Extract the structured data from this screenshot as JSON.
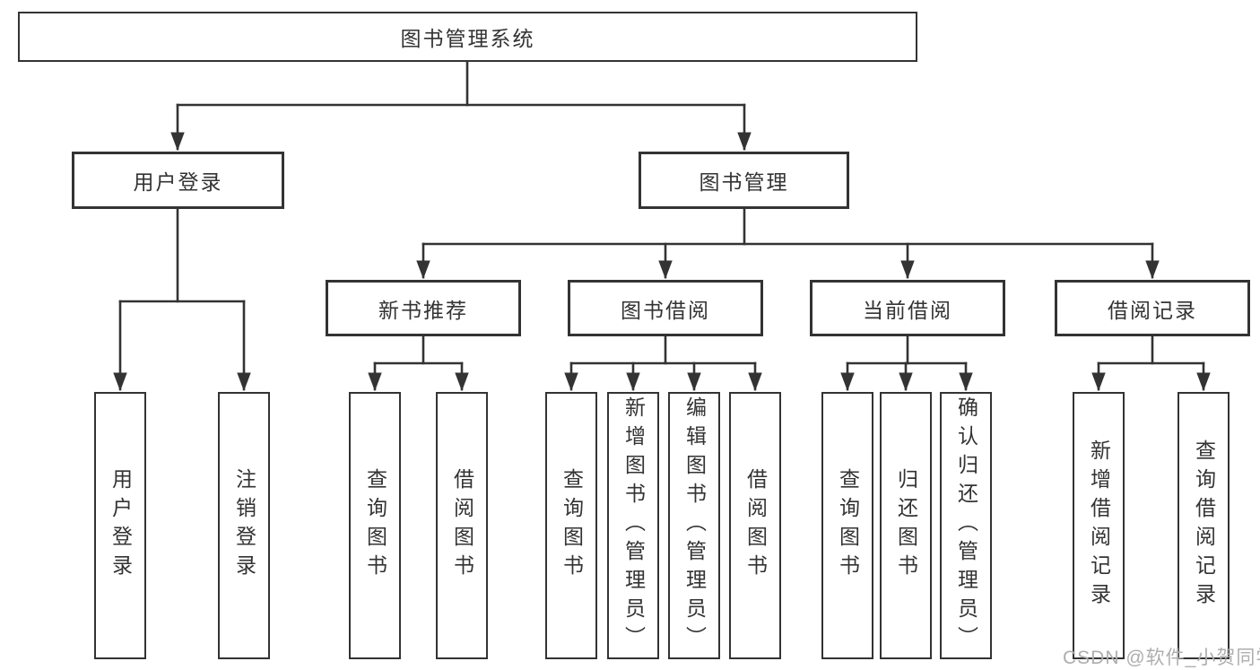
{
  "title": "图书管理系统",
  "watermark": "CSDN @软件_小贺同学",
  "colors": {
    "line": "#333333",
    "box_border": "#333333",
    "text": "#333333",
    "watermark": "#aeaeae",
    "background": "#ffffff"
  },
  "nodes": {
    "root": "图书管理系统",
    "user_login": "用户登录",
    "book_mgmt": "图书管理",
    "new_book_rec": "新书推荐",
    "book_borrow": "图书借阅",
    "current_borrow": "当前借阅",
    "borrow_records": "借阅记录",
    "leaf_user_login": "用户登录",
    "leaf_logout": "注销登录",
    "leaf_nb_query": "查询图书",
    "leaf_nb_borrow": "借阅图书",
    "leaf_bb_query": "查询图书",
    "leaf_bb_add": "新增图书（管理员）",
    "leaf_bb_edit": "编辑图书（管理员）",
    "leaf_bb_borrow": "借阅图书",
    "leaf_cb_query": "查询图书",
    "leaf_cb_return": "归还图书",
    "leaf_cb_confirm": "确认归还（管理员）",
    "leaf_br_add": "新增借阅记录",
    "leaf_br_query": "查询借阅记录"
  },
  "hierarchy": {
    "图书管理系统": {
      "用户登录": [
        "用户登录",
        "注销登录"
      ],
      "图书管理": {
        "新书推荐": [
          "查询图书",
          "借阅图书"
        ],
        "图书借阅": [
          "查询图书",
          "新增图书（管理员）",
          "编辑图书（管理员）",
          "借阅图书"
        ],
        "当前借阅": [
          "查询图书",
          "归还图书",
          "确认归还（管理员）"
        ],
        "借阅记录": [
          "新增借阅记录",
          "查询借阅记录"
        ]
      }
    }
  }
}
